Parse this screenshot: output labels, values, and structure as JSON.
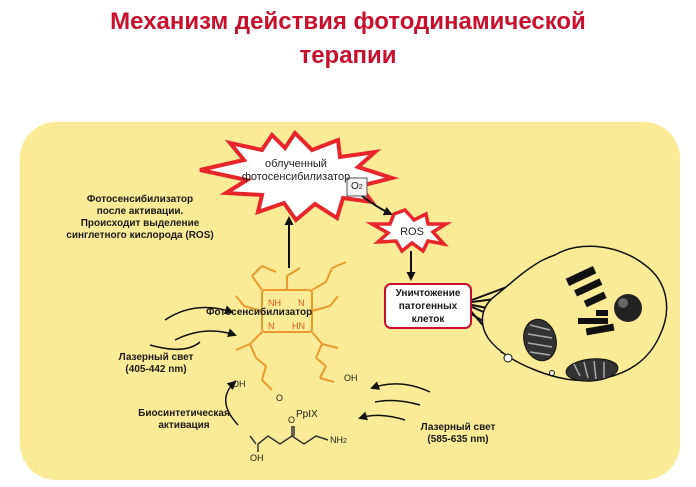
{
  "title": {
    "line1": "Механизм   действия  фотодинамической",
    "line2": "терапии"
  },
  "diagram": {
    "irradiated_ps": {
      "line1": "облученный",
      "line2": "фотосенсибилизатор"
    },
    "o2": {
      "main": "O",
      "sub": "2"
    },
    "ros": "ROS",
    "ps_after_activation": {
      "line1": "Фотосенсибилизатор",
      "line2": "после активации.",
      "line3": "Происходит выделение",
      "line4": "синглетного кислорода (ROS)"
    },
    "photosensitizer": "Фотосенсибилизатор",
    "destruction": {
      "line1": "Уничтожение",
      "line2": "патогенных",
      "line3": "клеток"
    },
    "laser_left": {
      "line1": "Лазерный свет",
      "line2": "(405-442 nm)"
    },
    "laser_right": {
      "line1": "Лазерный свет",
      "line2": "(585-635 nm)"
    },
    "biosynth": {
      "line1": "Биосинтетическая",
      "line2": "активация"
    },
    "ppix": "PpIX",
    "atoms": {
      "nh_top": "NH",
      "n_top_right": "N",
      "n_bottom_left": "N",
      "hn": "HN",
      "oh_left": "OH",
      "oh_right": "OH",
      "o_top": "O",
      "nh2": "NH",
      "nh2_sub": "2",
      "oh_bottom": "OH",
      "o_bottom": "O"
    }
  },
  "colors": {
    "title": "#c8102e",
    "panel": "#fbeb96",
    "starburst_fill": "#ffffff",
    "starburst_stroke": "#e8252b",
    "molecule": "#e89a2c"
  }
}
